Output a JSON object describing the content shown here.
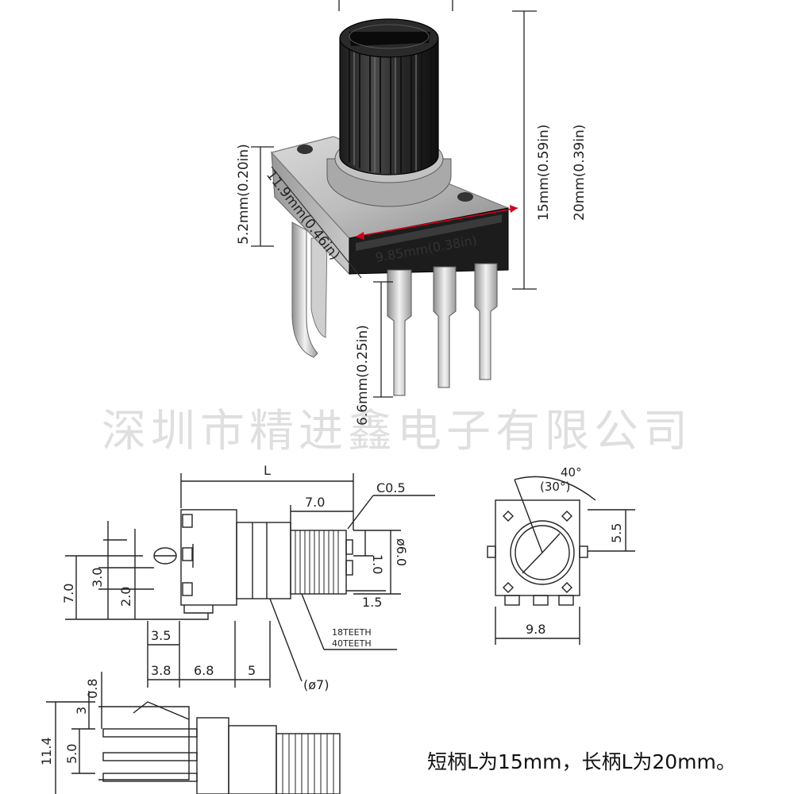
{
  "photo": {
    "dim_height_mm": "15mm(0.59in)",
    "dim_height_alt": "20mm(0.39in)",
    "dim_body_height": "5.2mm(0.20in)",
    "dim_depth": "11.9mm(0.46in)",
    "dim_width": "9.85mm(0.38in)",
    "dim_pin_length": "6.6mm(0.25in)"
  },
  "watermark": "深圳市精进鑫电子有限公司",
  "drawing": {
    "L": "L",
    "c05": "C0.5",
    "d70_top": "7.0",
    "d10": "1.0",
    "d60": "ø6.0",
    "d15": "1.5",
    "teeth18": "18TEETH",
    "teeth40": "40TEETH",
    "phi7": "(ø7)",
    "d70_left": "7.0",
    "d30": "3.0",
    "d20": "2.0",
    "d35": "3.5",
    "d38": "3.8",
    "d68": "6.8",
    "d5": "5",
    "angle40": "40°",
    "angle30": "(30°)",
    "d55": "5.5",
    "d98": "9.8",
    "d08": "0.8",
    "d3": "3",
    "d114": "11.4",
    "d50": "5.0"
  },
  "caption": "短柄L为15mm，长柄L为20mm。"
}
